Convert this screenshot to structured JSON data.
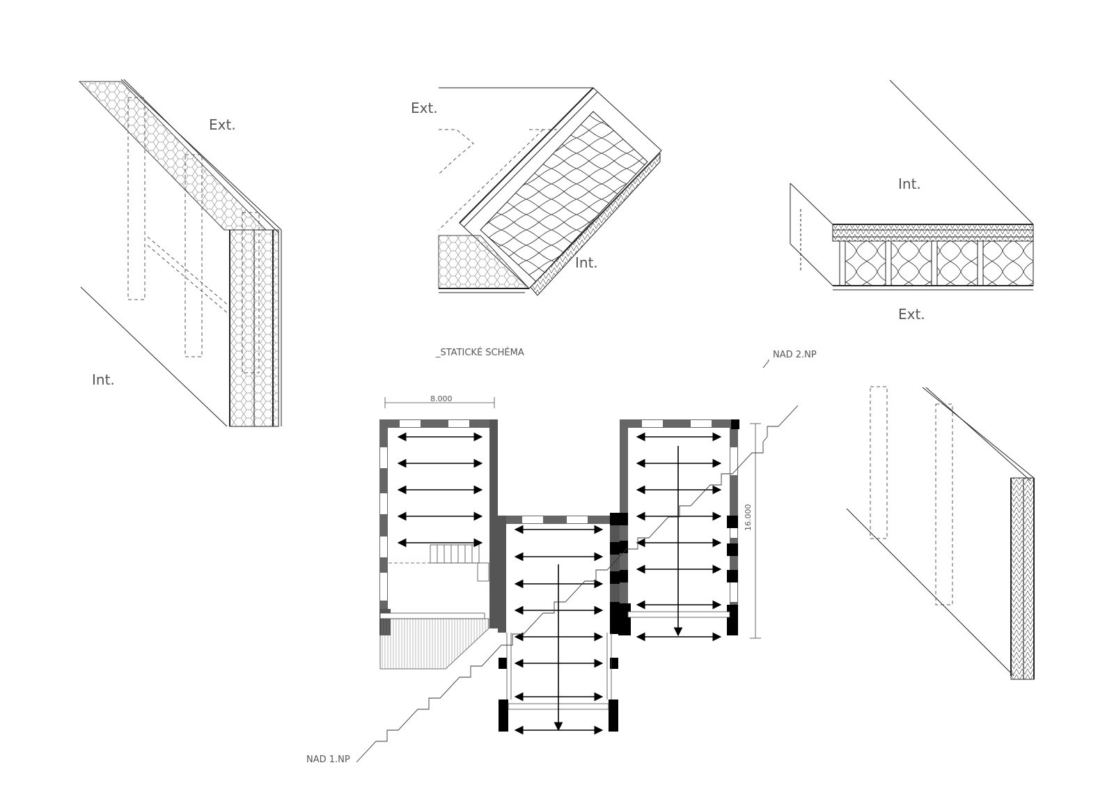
{
  "labels": {
    "ext": "Ext.",
    "int": "Int."
  },
  "plan": {
    "title": "_STATICKÉ SCHÉMA",
    "level_upper": "NAD 2.NP",
    "level_lower": "NAD 1.NP",
    "dim_width": "8.000",
    "dim_height": "16.000"
  },
  "colors": {
    "line": "#222222",
    "wall": "#666666",
    "column": "#000000",
    "text": "#555555"
  }
}
